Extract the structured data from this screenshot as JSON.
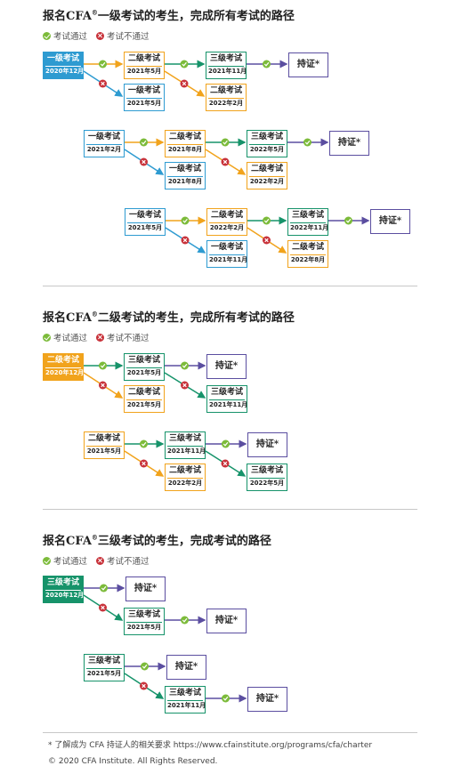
{
  "sections": [
    {
      "title_pre": "报名CFA",
      "title_reg": "®",
      "title_post": "一级考试的考生，完成所有考试的路径"
    },
    {
      "title_pre": "报名CFA",
      "title_reg": "®",
      "title_post": "二级考试的考生，完成所有考试的路径"
    },
    {
      "title_pre": "报名CFA",
      "title_reg": "®",
      "title_post": "三级考试的考生，完成考试的路径"
    }
  ],
  "legend": {
    "pass": "考试通过",
    "fail": "考试不通过"
  },
  "levels": {
    "l1": "一级考试",
    "l2": "二级考试",
    "l3": "三级考试"
  },
  "cert_label": "持证*",
  "dates": {
    "d2012": "2020年12月",
    "d2102": "2021年2月",
    "d2105": "2021年5月",
    "d2108": "2021年8月",
    "d2111": "2021年11月",
    "d2202": "2022年2月",
    "d2205": "2022年5月",
    "d2208": "2022年8月",
    "d2211": "2022年11月"
  },
  "colors": {
    "level1": "#2e9bd1",
    "level2": "#f1a31c",
    "level3": "#16936a",
    "certificate": "#5b4ea0",
    "pass": "#7cbb3a",
    "fail": "#c8323a"
  },
  "footer": {
    "note": "* 了解成为 CFA 持证人的相关要求 https://www.cfainstitute.org/programs/cfa/charter",
    "copyright": "© 2020 CFA Institute. All Rights Reserved."
  }
}
